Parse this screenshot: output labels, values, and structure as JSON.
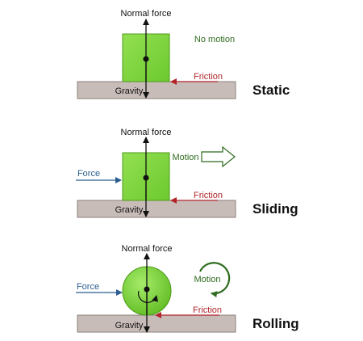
{
  "panels": {
    "static": {
      "title": "Static",
      "normal_force": "Normal force",
      "gravity": "Gravity",
      "friction": "Friction",
      "motion": "No motion"
    },
    "sliding": {
      "title": "Sliding",
      "normal_force": "Normal force",
      "gravity": "Gravity",
      "friction": "Friction",
      "motion": "Motion",
      "force": "Force"
    },
    "rolling": {
      "title": "Rolling",
      "normal_force": "Normal force",
      "gravity": "Gravity",
      "friction": "Friction",
      "motion": "Motion",
      "force": "Force"
    }
  },
  "colors": {
    "block_fill": "#7ed53a",
    "block_stroke": "#4f9a1c",
    "ground_fill": "#c8bcb8",
    "ground_stroke": "#8a7f7b",
    "friction": "#b0252a",
    "force": "#2a5d8f",
    "motion": "#2f6b1e",
    "arrow": "#111111"
  }
}
